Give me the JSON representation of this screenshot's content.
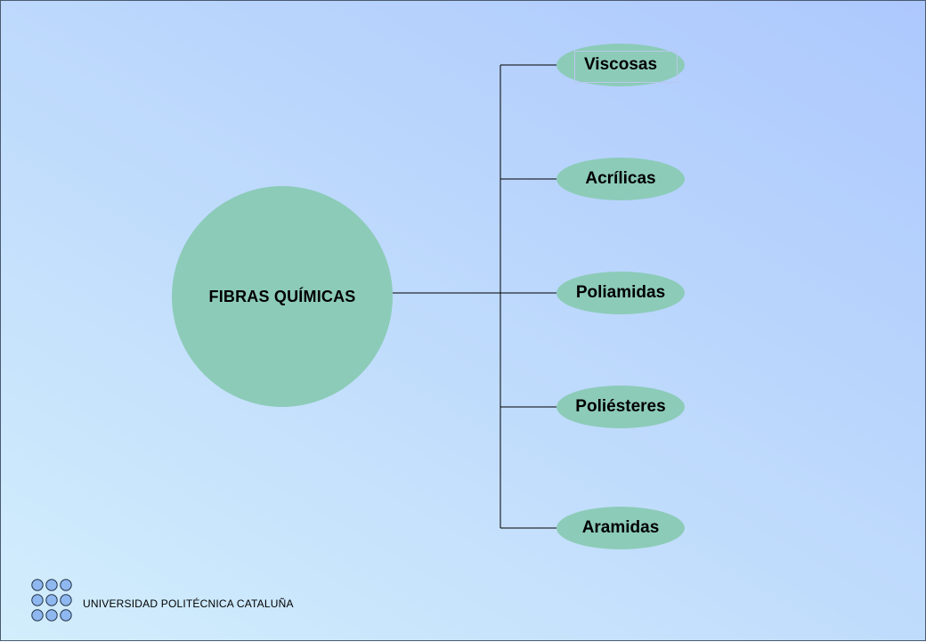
{
  "diagram": {
    "hub_label": "FIBRAS QUÍMICAS",
    "leaves": [
      {
        "label": "Viscosas"
      },
      {
        "label": "Acrílicas"
      },
      {
        "label": "Poliamidas"
      },
      {
        "label": "Poliésteres"
      },
      {
        "label": "Aramidas"
      }
    ]
  },
  "footer": {
    "institution": "UNIVERSIDAD POLITÉCNICA CATALUÑA",
    "logo": "dot-grid-logo-icon"
  },
  "colors": {
    "node_fill": "#8ccbb8",
    "connector": "#000000",
    "logo_dot": "#8fb8f0"
  }
}
